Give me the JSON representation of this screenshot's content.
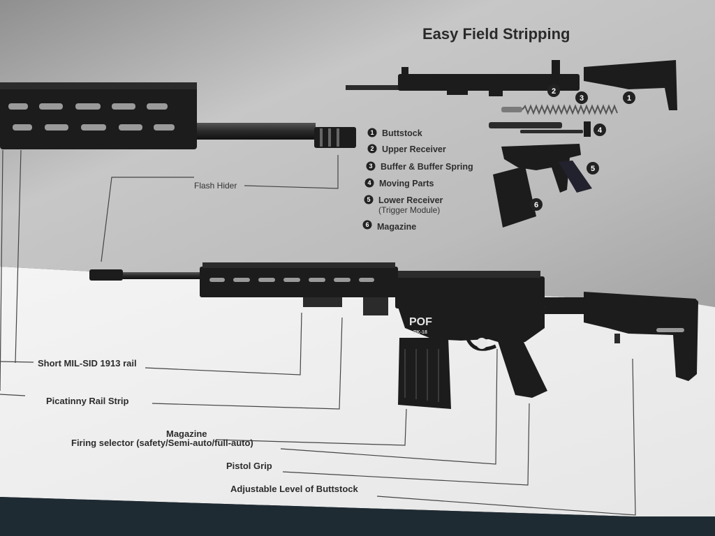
{
  "title": "Easy Field Stripping",
  "legend": [
    {
      "num": "1",
      "label": "Buttstock"
    },
    {
      "num": "2",
      "label": "Upper Receiver"
    },
    {
      "num": "3",
      "label": "Buffer & Buffer Spring"
    },
    {
      "num": "4",
      "label": "Moving Parts"
    },
    {
      "num": "5",
      "label": "Lower Receiver",
      "sub": "(Trigger Module)"
    },
    {
      "num": "6",
      "label": "Magazine"
    }
  ],
  "callouts": [
    "1",
    "2",
    "3",
    "4",
    "5",
    "6"
  ],
  "labels": {
    "flash_hider": "Flash Hider",
    "short_rail": "Short MIL-SID 1913 rail",
    "picatinny": "Picatinny Rail Strip",
    "magazine": "Magazine",
    "firing_selector": "Firing selector (safety/Semi-auto/full-auto)",
    "pistol_grip": "Pistol Grip",
    "buttstock": "Adjustable Level of Buttstock"
  },
  "rifle_marking": {
    "brand": "POF",
    "model": "PK-18"
  },
  "colors": {
    "metal_panel": "#b9b9b9",
    "paper": "#f2f2f2",
    "ink": "#2b2b2b",
    "gun": "#1c1c1c"
  }
}
